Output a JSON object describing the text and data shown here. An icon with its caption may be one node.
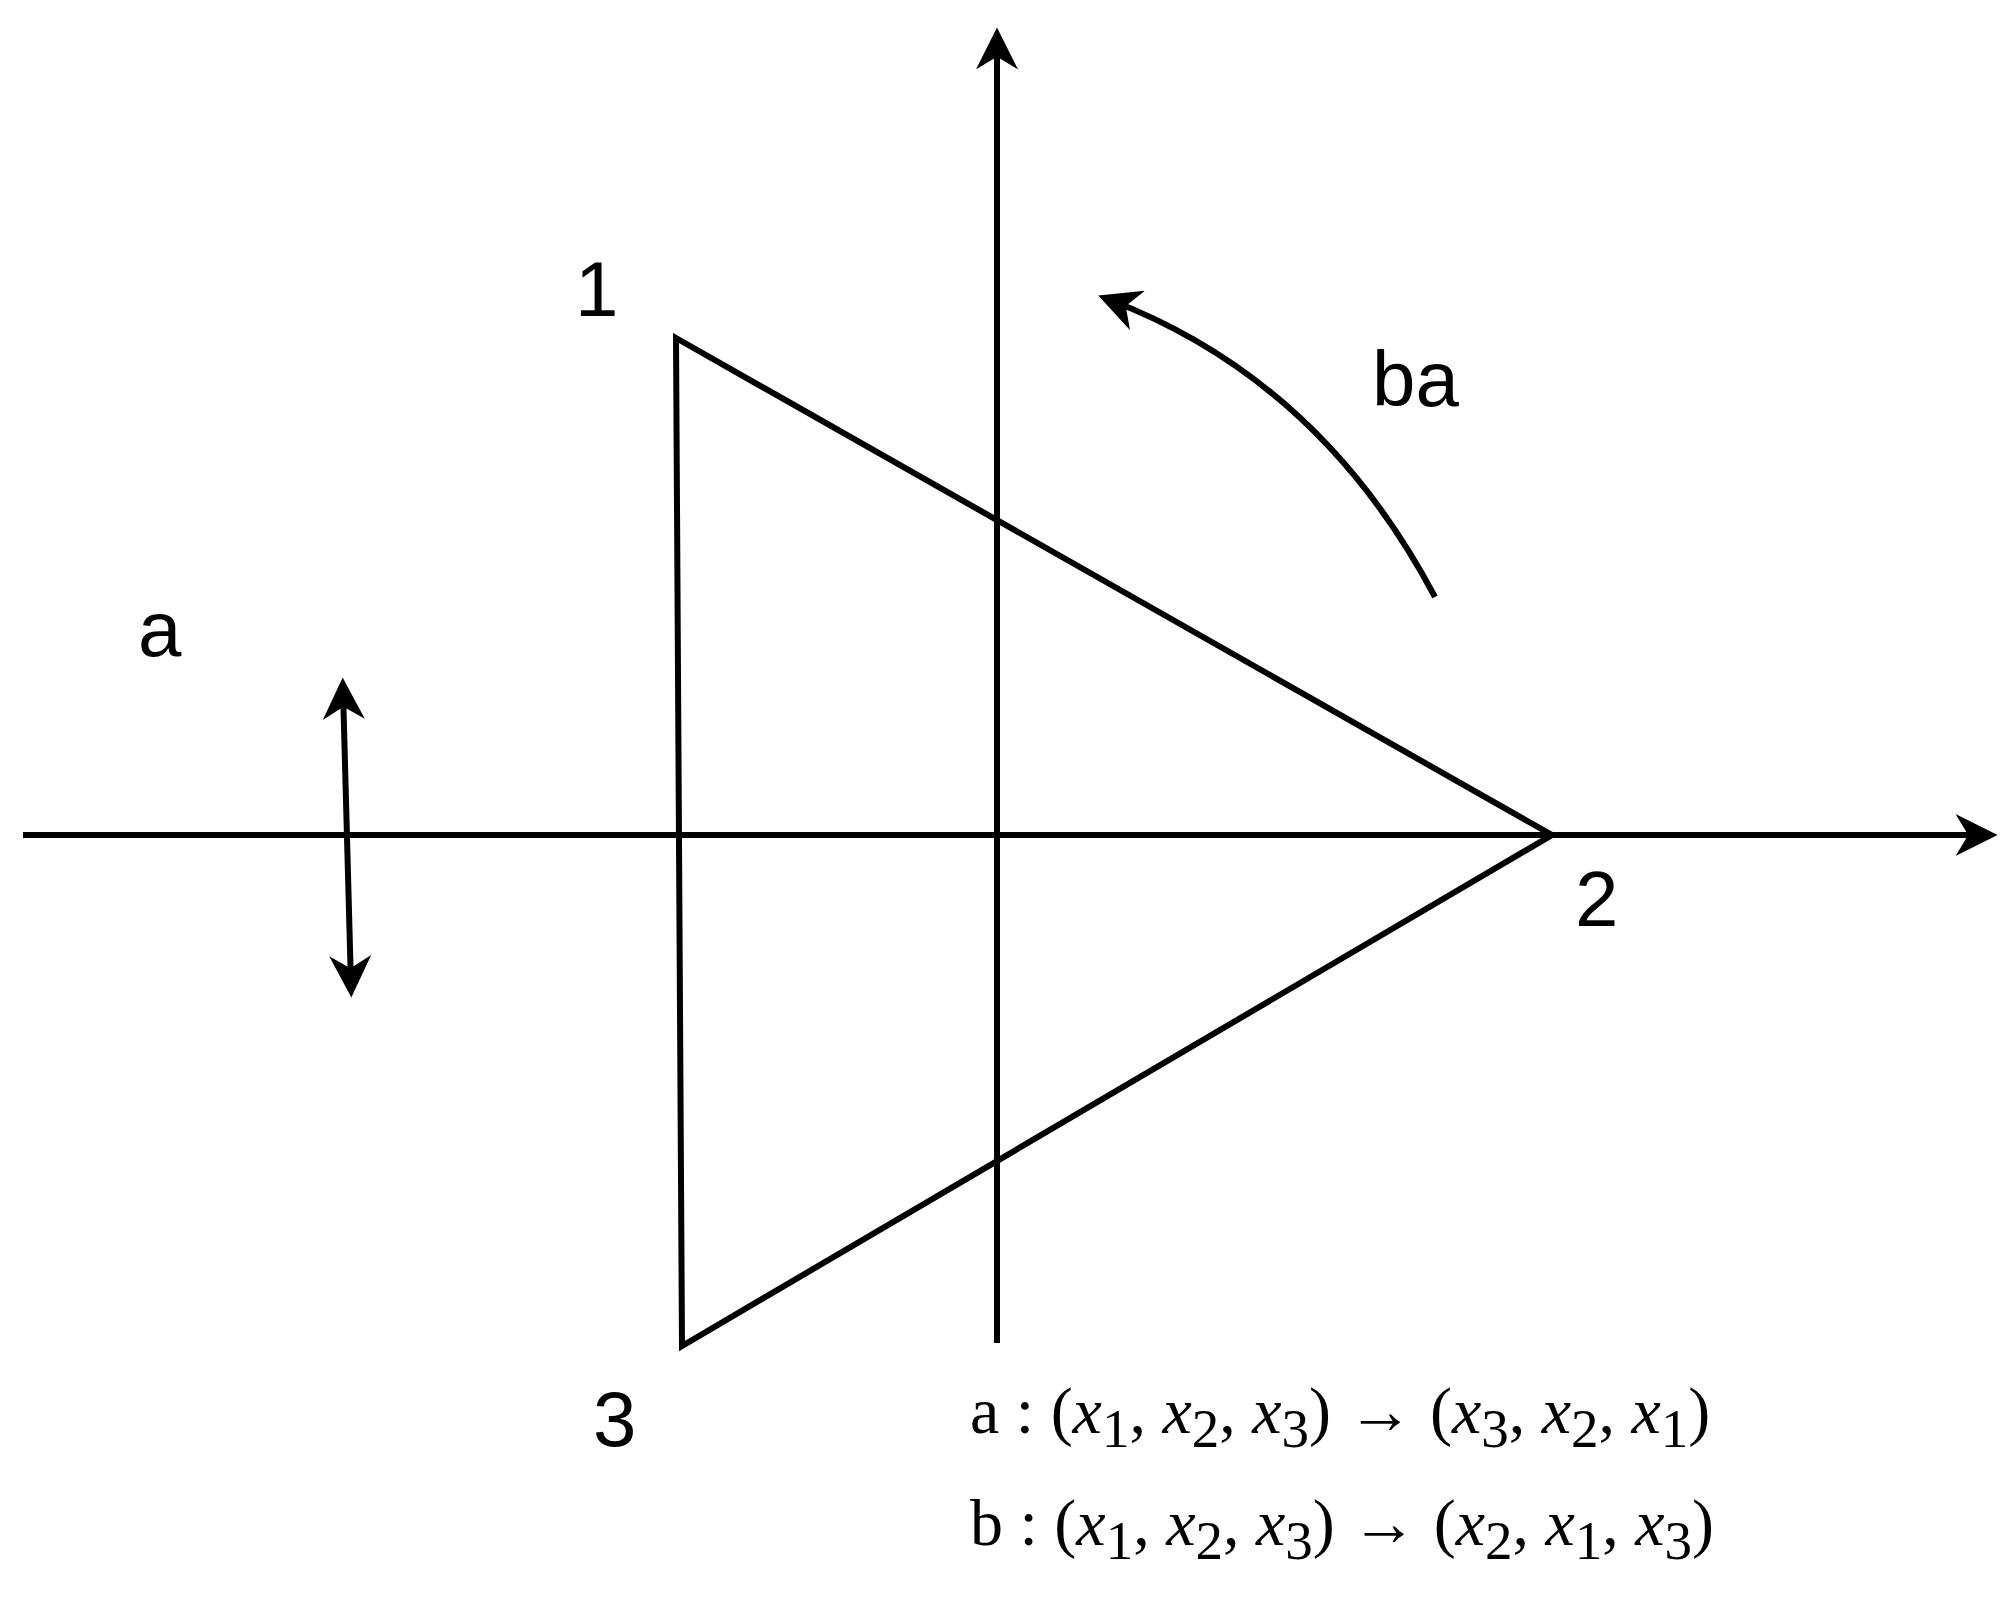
{
  "diagram": {
    "labels": [
      "1",
      "ba",
      "a",
      "2",
      "3",
      "a : (*x*$_{1}$, *x*$_{2}$, *x*$_{3}$) → (*x*$_{3}$, *x*$_{2}$, *x*$_{1}$)",
      "b : (*x*$_{1}$, *x*$_{2}$, *x*$_{3}$) → (*x*$_{2}$, *x*$_{1}$, *x*$_{3}$)"
    ]
  }
}
